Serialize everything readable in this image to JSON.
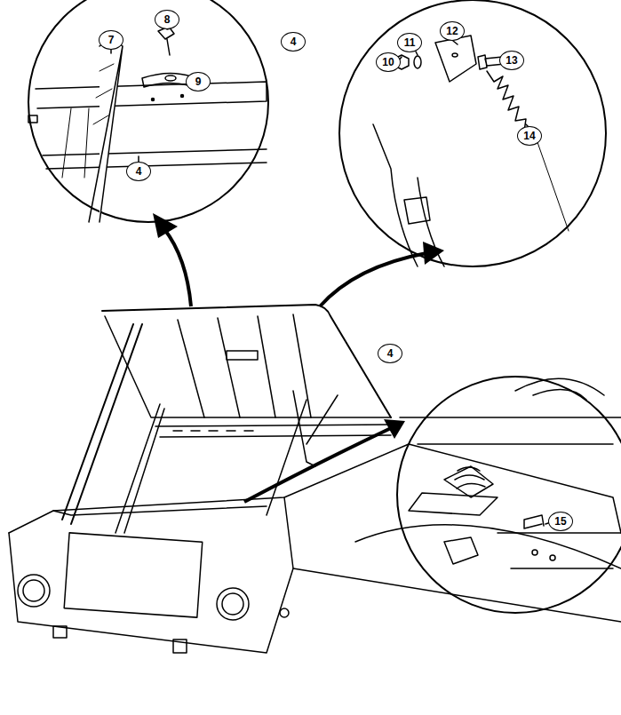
{
  "diagram": {
    "labels": [
      "7",
      "8",
      "9",
      "4",
      "10",
      "11",
      "12",
      "13",
      "14",
      "4",
      "4",
      "15"
    ]
  }
}
